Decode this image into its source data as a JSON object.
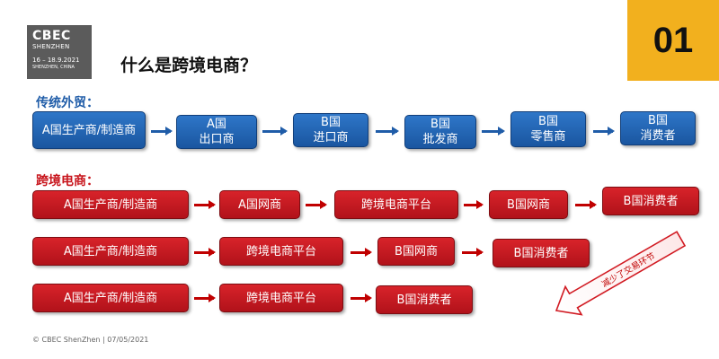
{
  "logo": {
    "name": "CBEC",
    "city": "SHENZHEN",
    "dates": "16 – 18.9.2021",
    "location": "SHENZHEN, CHINA"
  },
  "page_number": "01",
  "title": "什么是跨境电商？",
  "traditional": {
    "label": "传统外贸：",
    "steps": [
      "A国生产商/制造商",
      "A国\n出口商",
      "B国\n进口商",
      "B国\n批发商",
      "B国\n零售商",
      "B国\n消费者"
    ]
  },
  "crossborder": {
    "label": "跨境电商：",
    "rows": [
      [
        "A国生产商/制造商",
        "A国网商",
        "跨境电商平台",
        "B国网商",
        "B国消费者"
      ],
      [
        "A国生产商/制造商",
        "跨境电商平台",
        "B国网商",
        "B国消费者"
      ],
      [
        "A国生产商/制造商",
        "跨境电商平台",
        "B国消费者"
      ]
    ]
  },
  "annotation": "减少了交易环节",
  "footer": "© CBEC ShenZhen  |  07/05/2021",
  "colors": {
    "accent": "#f2b01e",
    "blue": "#1f5ca8",
    "red": "#c8161d"
  }
}
